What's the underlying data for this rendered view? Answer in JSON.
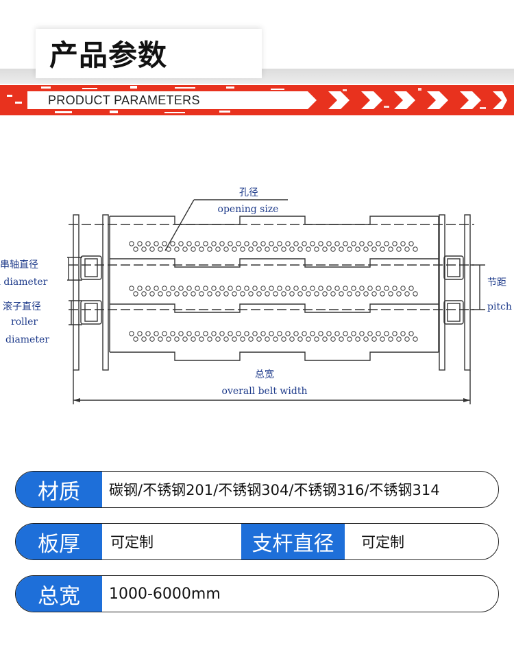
{
  "header": {
    "title": "产品参数",
    "subtitle": "PRODUCT PARAMETERS",
    "accent_color": "#e8321e"
  },
  "diagram": {
    "labels": {
      "opening_size_cn": "孔径",
      "opening_size_en": "opening size",
      "shaft_diameter_cn": "串轴直径",
      "shaft_diameter_en": "d diameter",
      "roller_diameter_cn": "滚子直径",
      "roller_diameter_en_1": "roller",
      "roller_diameter_en_2": "diameter",
      "pitch_cn": "节距",
      "pitch_en": "pitch",
      "overall_width_cn": "总宽",
      "overall_width_en": "overall belt width"
    },
    "line_color": "#333333",
    "label_color": "#1d3a8a"
  },
  "specs": {
    "material": {
      "label": "材质",
      "value": "碳钢/不锈钢201/不锈钢304/不锈钢316/不锈钢314"
    },
    "plate_thickness": {
      "label": "板厚",
      "value": "可定制"
    },
    "rod_diameter": {
      "label": "支杆直径",
      "value": "可定制"
    },
    "total_width": {
      "label": "总宽",
      "value": "1000-6000mm"
    },
    "label_bg_color": "#1e6fd9"
  }
}
